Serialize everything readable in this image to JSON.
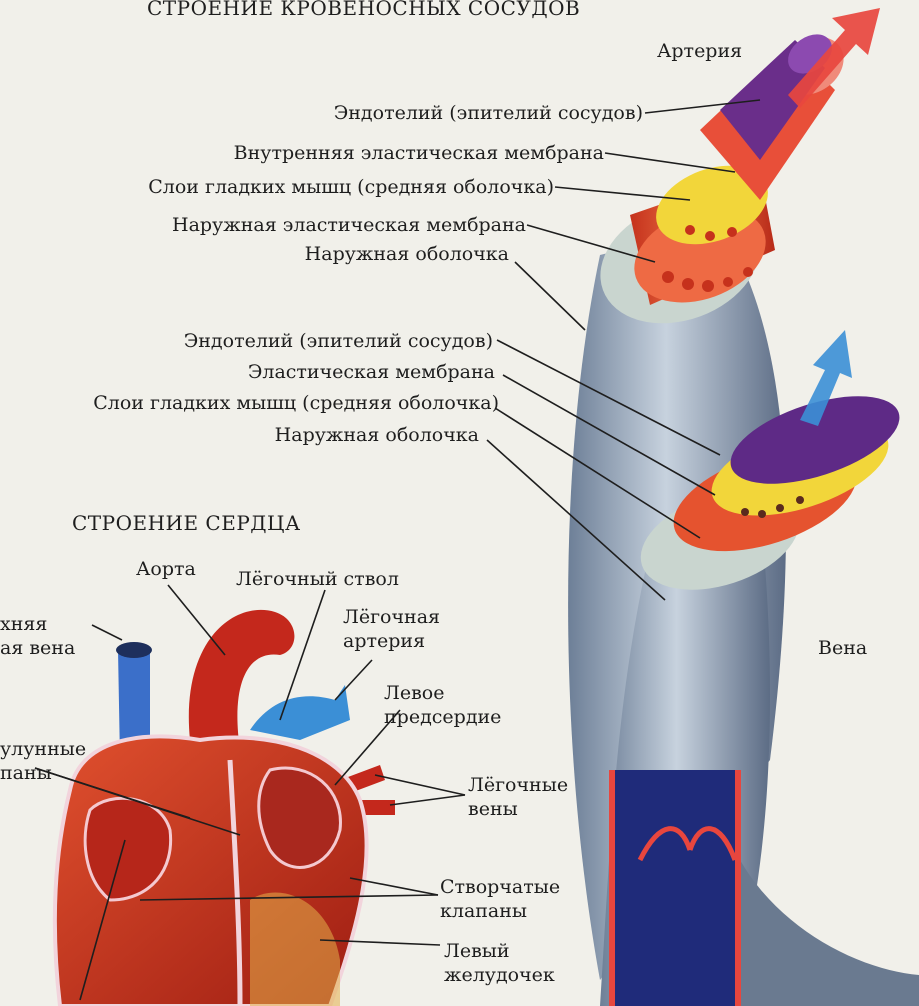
{
  "titles": {
    "vessels": "СТРОЕНИЕ КРОВЕНОСНЫХ СОСУДОВ",
    "heart": "СТРОЕНИЕ СЕРДЦА"
  },
  "artery": {
    "name": "Артерия",
    "layers": [
      "Эндотелий (эпителий сосудов)",
      "Внутренняя эластическая мембрана",
      "Слои гладких мышц (средняя оболочка)",
      "Наружная эластическая мембрана",
      "Наружная оболочка"
    ]
  },
  "vein": {
    "name": "Вена",
    "layers": [
      "Эндотелий (эпителий сосудов)",
      "Эластическая мембрана",
      "Слои гладких мышц (средняя оболочка)",
      "Наружная оболочка"
    ]
  },
  "heart": {
    "aorta": "Аорта",
    "pulmonary_trunk": "Лёгочный ствол",
    "pulmonary_artery": [
      "Лёгочная",
      "артерия"
    ],
    "vena_cava_partial": [
      "хняя",
      "ая вена"
    ],
    "left_atrium": [
      "Левое",
      "предсердие"
    ],
    "semilunar_partial": [
      "улунные",
      "паны"
    ],
    "pulmonary_veins": [
      "Лёгочные",
      "вены"
    ],
    "leaflet_valves": [
      "Створчатые",
      "клапаны"
    ],
    "left_ventricle": [
      "Левый",
      "желудочек"
    ]
  },
  "colors": {
    "background": "#f1f0ea",
    "adventitia": "#9fb0c4",
    "muscle": "#e5532f",
    "elastic": "#f2d63a",
    "endothelium": "#6a2e8a",
    "artery_arrow": "#e8463e",
    "vein_arrow": "#3b8fd6",
    "heart_red": "#c4281c",
    "vein_blue": "#3b6fc9"
  }
}
